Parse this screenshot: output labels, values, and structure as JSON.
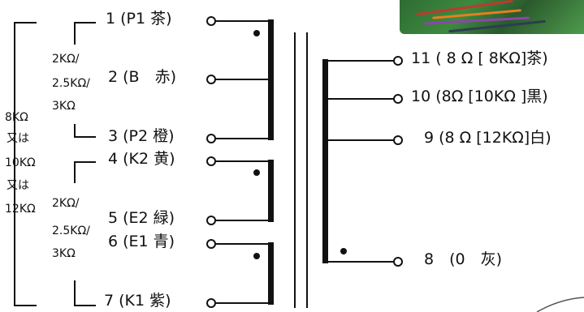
{
  "primary": {
    "terminals": [
      {
        "id": "t1",
        "label": "1 (P1 茶)"
      },
      {
        "id": "t2",
        "label": "2 (B　赤)"
      },
      {
        "id": "t3",
        "label": "3 (P2 橙)"
      },
      {
        "id": "t4",
        "label": "4 (K2 黄)"
      },
      {
        "id": "t5",
        "label": "5 (E2 緑)"
      },
      {
        "id": "t6",
        "label": "6 (E1 青)"
      },
      {
        "id": "t7",
        "label": "7 (K1 紫)"
      }
    ],
    "impedance_upper": [
      "2KΩ/",
      "2.5KΩ/",
      "3KΩ"
    ],
    "impedance_lower": [
      "2KΩ/",
      "2.5KΩ/",
      "3KΩ"
    ],
    "impedance_total": [
      "8KΩ",
      "又は",
      "10KΩ",
      "又は",
      "12KΩ"
    ]
  },
  "secondary": {
    "terminals": [
      {
        "id": "t11",
        "label": "11 ( 8 Ω [ 8KΩ]茶)"
      },
      {
        "id": "t10",
        "label": "10 (8Ω [10KΩ ]黒)"
      },
      {
        "id": "t9",
        "label": "9 (8 Ω [12KΩ]白)"
      },
      {
        "id": "t8",
        "label": "8　(0　灰)"
      }
    ]
  },
  "colors": {
    "line": "#111111",
    "photo_green": "#3d8a3f"
  }
}
